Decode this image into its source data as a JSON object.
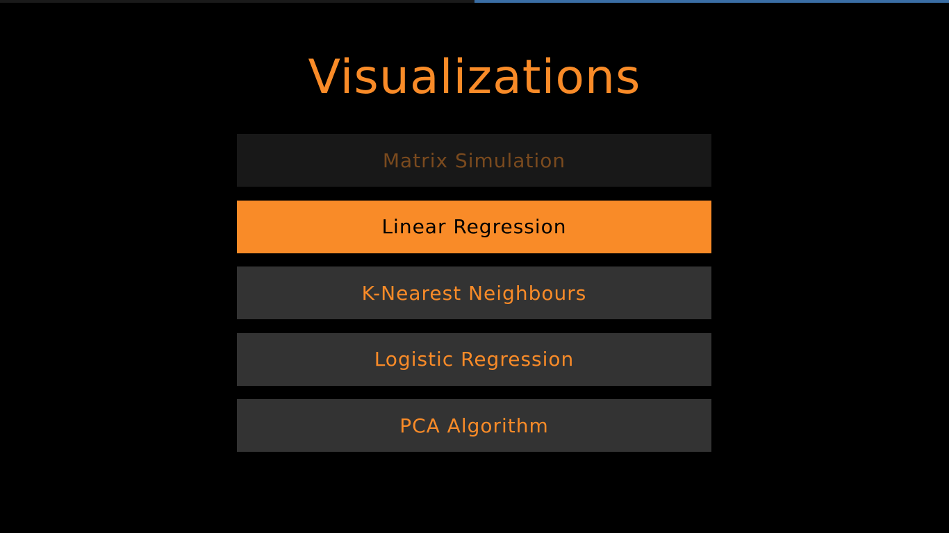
{
  "title": "Visualizations",
  "colors": {
    "background": "#000000",
    "accent": "#f98b28",
    "button_bg": "#333333",
    "button_disabled_bg": "#181818",
    "button_disabled_text": "#7a4a1e",
    "active_text": "#000000",
    "topbar_accent": "#3a6ea5"
  },
  "menu": {
    "items": [
      {
        "label": "Matrix Simulation",
        "state": "disabled"
      },
      {
        "label": "Linear Regression",
        "state": "active"
      },
      {
        "label": "K-Nearest Neighbours",
        "state": "normal"
      },
      {
        "label": "Logistic Regression",
        "state": "normal"
      },
      {
        "label": "PCA Algorithm",
        "state": "normal"
      }
    ]
  }
}
